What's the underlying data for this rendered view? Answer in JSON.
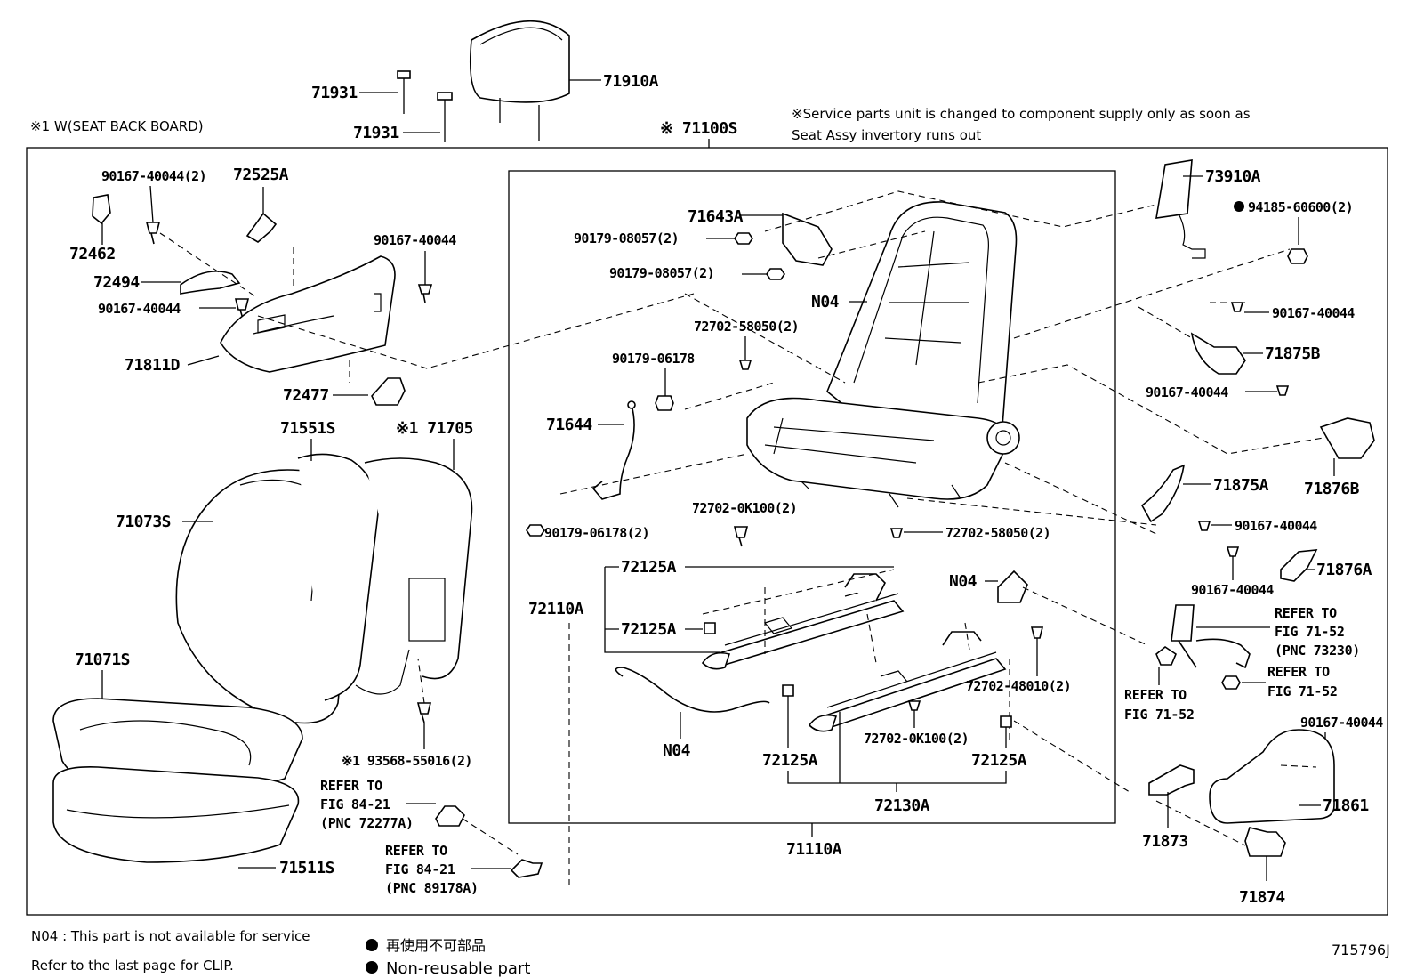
{
  "header": {
    "service_note_line1": "※Service parts unit is changed to component supply only as soon as",
    "service_note_line2": "Seat Assy invertory runs out",
    "seat_back_board_note": "※1  W(SEAT BACK BOARD)",
    "assembly_label": "※ 71100S"
  },
  "parts": {
    "p71931_a": "71931",
    "p71931_b": "71931",
    "p71910A": "71910A",
    "p90167_40044_2": "90167-40044(2)",
    "p72525A": "72525A",
    "p72462": "72462",
    "p72494": "72494",
    "p90167_40044_l1": "90167-40044",
    "p90167_40044_l2": "90167-40044",
    "p71811D": "71811D",
    "p72477": "72477",
    "p71551S": "71551S",
    "p71705": "※1 71705",
    "p71073S": "71073S",
    "p71071S": "71071S",
    "p93568": "※1 93568-55016(2)",
    "p71511S": "71511S",
    "p71643A": "71643A",
    "p90179_08057_a": "90179-08057(2)",
    "p90179_08057_b": "90179-08057(2)",
    "pN04_frame": "N04",
    "p72702_58050_top": "72702-58050(2)",
    "p90179_06178": "90179-06178",
    "p71644": "71644",
    "p90179_06178_2": "90179-06178(2)",
    "p72702_0K100_top": "72702-0K100(2)",
    "p72702_58050_bot": "72702-58050(2)",
    "p72125A_1": "72125A",
    "p72110A": "72110A",
    "p72125A_2": "72125A",
    "pN04_rail": "N04",
    "pN04_wire": "N04",
    "p72702_48010": "72702-48010(2)",
    "p72702_0K100_bot": "72702-0K100(2)",
    "p72125A_3": "72125A",
    "p72125A_4": "72125A",
    "p72130A": "72130A",
    "p71110A": "71110A",
    "p73910A": "73910A",
    "p94185": "94185-60600(2)",
    "p90167_40044_r1": "90167-40044",
    "p71875B": "71875B",
    "p90167_40044_r2": "90167-40044",
    "p71876B": "71876B",
    "p71875A": "71875A",
    "p90167_40044_r3": "90167-40044",
    "p71876A": "71876A",
    "p90167_40044_r4": "90167-40044",
    "p90167_40044_r5": "90167-40044",
    "p71861": "71861",
    "p71873": "71873",
    "p71874": "71874"
  },
  "references": {
    "ref_84_21a": [
      "REFER TO",
      "FIG 84-21",
      "(PNC 72277A)"
    ],
    "ref_84_21b": [
      "REFER TO",
      "FIG 84-21",
      "(PNC 89178A)"
    ],
    "ref_71_52_pnc": [
      "REFER TO",
      "FIG 71-52",
      "(PNC 73230)"
    ],
    "ref_71_52_right": [
      "REFER TO",
      "FIG 71-52"
    ],
    "ref_71_52_left": [
      "REFER TO",
      "FIG 71-52"
    ]
  },
  "footer": {
    "n04_note": "N04 : This part is not available for service",
    "clip_note": "Refer to the last page for CLIP.",
    "nonreuse_jp": "再使用不可部品",
    "nonreuse_en": "Non-reusable part",
    "figure_id": "715796J"
  }
}
